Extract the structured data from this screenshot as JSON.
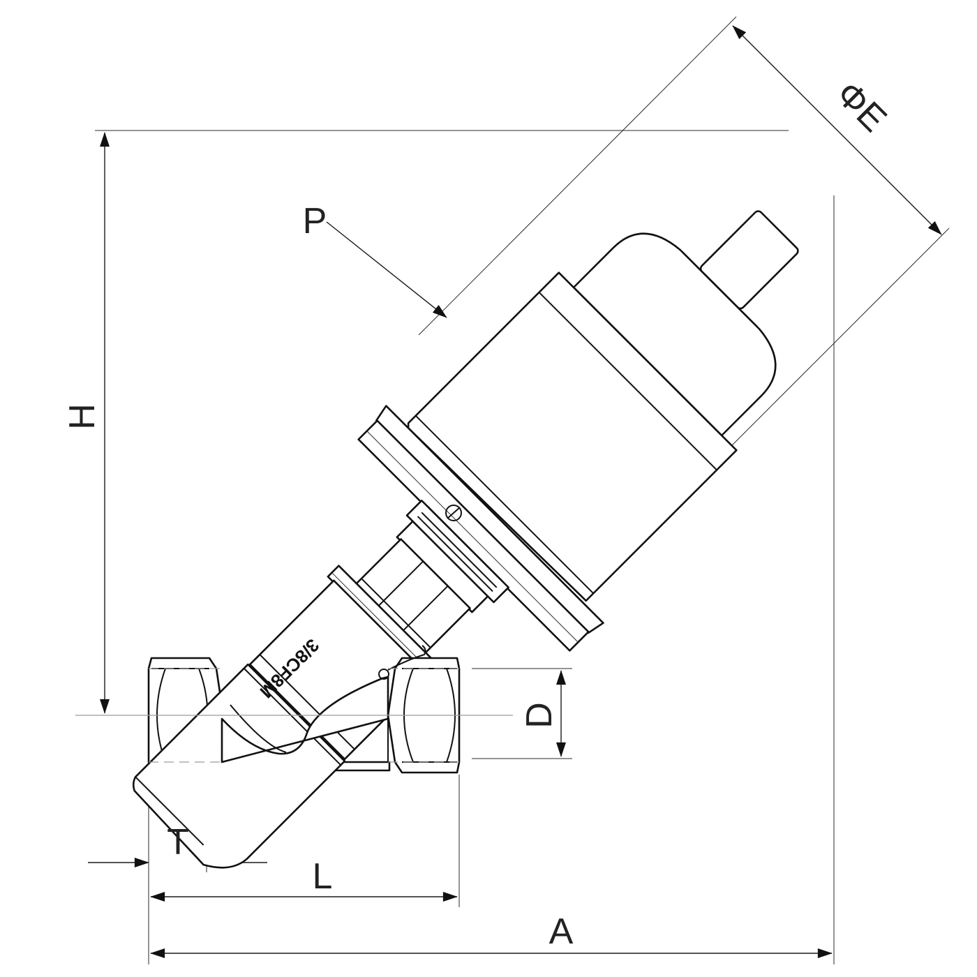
{
  "dimensions": {
    "H": "H",
    "E": "ΦE",
    "P": "P",
    "D": "D",
    "T": "T",
    "L": "L",
    "A": "A"
  },
  "body_marking": "3/8CF8M",
  "colors": {
    "line": "#111111",
    "center_line": "#9a9a9a",
    "background": "#ffffff"
  }
}
